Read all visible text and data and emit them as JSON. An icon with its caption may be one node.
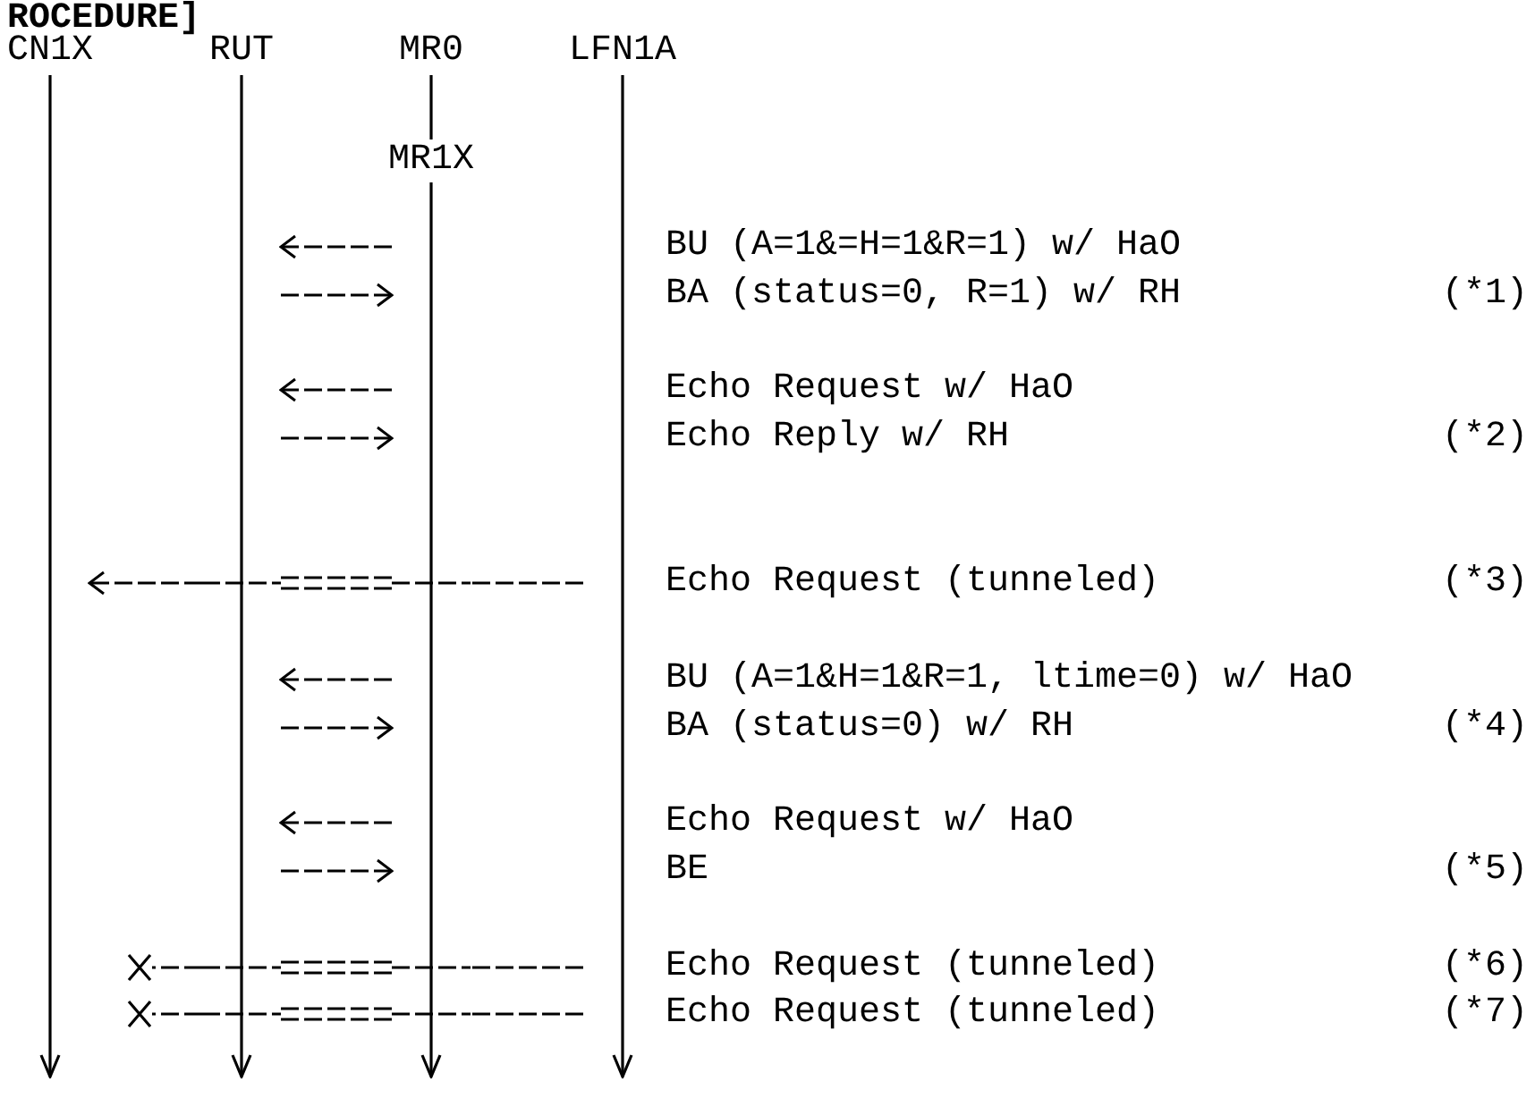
{
  "diagram": {
    "title": "ROCEDURE]",
    "nodes": [
      {
        "text": [
          "CN1X"
        ]
      },
      {
        "text": [
          "RUT"
        ]
      },
      {
        "text": [
          "MR0",
          "MR1X"
        ]
      },
      {
        "text": [
          "LFN1A"
        ]
      },
      {
        "text": [],
        "shape": "cross"
      },
      {
        "text": [],
        "shape": "cross"
      }
    ],
    "edges": [
      {
        "from": 2,
        "to": 1,
        "arrow": "to"
      },
      {
        "from": 1,
        "to": 2,
        "arrow": "to"
      },
      {
        "from": 2,
        "to": 1,
        "arrow": "to"
      },
      {
        "from": 1,
        "to": 2,
        "arrow": "to"
      },
      {
        "from": 3,
        "to": 2,
        "arrow": "none"
      },
      {
        "from": 2,
        "to": 1,
        "arrow": "none"
      },
      {
        "from": 1,
        "to": 0,
        "arrow": "to"
      },
      {
        "from": 2,
        "to": 1,
        "arrow": "to"
      },
      {
        "from": 1,
        "to": 2,
        "arrow": "to"
      },
      {
        "from": 2,
        "to": 1,
        "arrow": "to"
      },
      {
        "from": 1,
        "to": 2,
        "arrow": "to"
      },
      {
        "from": 3,
        "to": 2,
        "arrow": "none"
      },
      {
        "from": 2,
        "to": 1,
        "arrow": "none"
      },
      {
        "from": 1,
        "to": 4,
        "arrow": "none"
      },
      {
        "from": 3,
        "to": 2,
        "arrow": "none"
      },
      {
        "from": 2,
        "to": 1,
        "arrow": "none"
      },
      {
        "from": 1,
        "to": 5,
        "arrow": "none"
      }
    ],
    "labels": [
      "BU (A=1&=H=1&R=1) w/ HaO",
      "BA (status=0, R=1) w/ RH",
      "(*1)",
      "Echo Request w/ HaO",
      "Echo Reply w/ RH",
      "(*2)",
      "Echo Request (tunneled)",
      "(*3)",
      "BU (A=1&H=1&R=1, ltime=0) w/ HaO",
      "BA (status=0) w/ RH",
      "(*4)",
      "Echo Request w/ HaO",
      "BE",
      "(*5)",
      "Echo Request (tunneled)",
      "(*6)",
      "Echo Request (tunneled)",
      "(*7)"
    ]
  }
}
